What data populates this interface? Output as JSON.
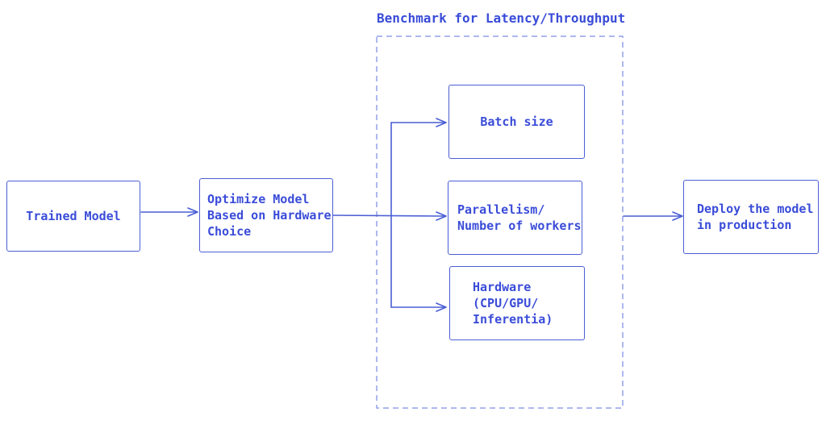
{
  "diagram": {
    "benchmark_group": {
      "title": "Benchmark for Latency/Throughput"
    },
    "nodes": {
      "trained_model": "Trained Model",
      "optimize_model": "Optimize Model\nBased on Hardware\nChoice",
      "batch_size": "Batch size",
      "parallelism": "Parallelism/\nNumber of workers",
      "hardware": "Hardware\n(CPU/GPU/\nInferentia)",
      "deploy": "Deploy the model\nin production"
    },
    "colors": {
      "node_stroke": "#4a5fd4",
      "text": "#3a4cd8",
      "group_dash": "#93a1ea",
      "background": "#ffffff"
    }
  }
}
